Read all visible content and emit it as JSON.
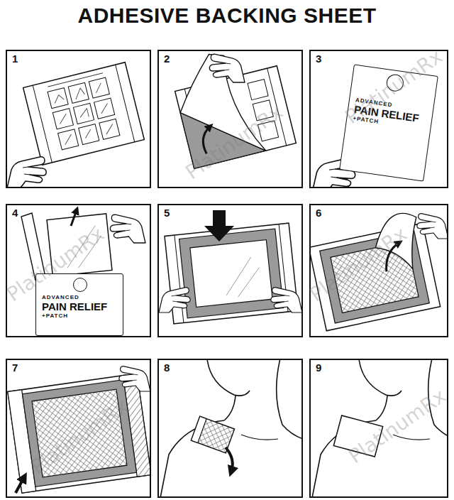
{
  "diagram": {
    "title": "ADHESIVE BACKING SHEET",
    "nodes": [
      {
        "text": [
          "1"
        ]
      },
      {
        "text": [
          "2"
        ]
      },
      {
        "text": [
          "3"
        ]
      },
      {
        "text": [
          "ADVANCED",
          "PAIN RELIEF",
          "+PATCH"
        ],
        "in": 2
      },
      {
        "text": [
          "4"
        ]
      },
      {
        "text": [
          "ADVANCED",
          "PAIN RELIEF",
          "+PATCH"
        ],
        "in": 4
      },
      {
        "text": [
          "5"
        ]
      },
      {
        "text": [
          "6"
        ]
      },
      {
        "text": [
          "7"
        ]
      },
      {
        "text": [
          "8"
        ]
      },
      {
        "text": [
          "9"
        ]
      }
    ],
    "labels": [
      "PlatinumRx",
      "PlatinumRx",
      "PlatinumRx",
      "PlatinumRx",
      "PlatinumRx",
      "PlatinumRx"
    ]
  }
}
